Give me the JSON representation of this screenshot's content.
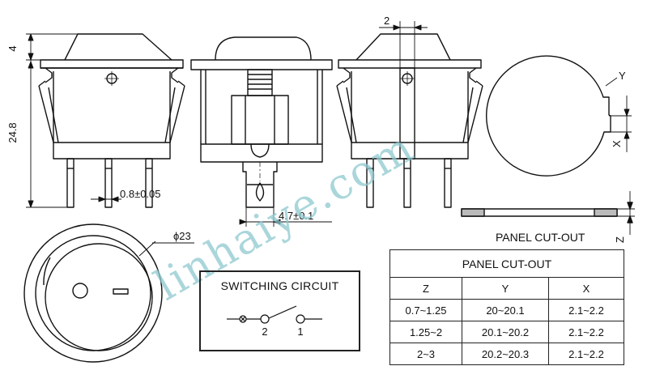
{
  "dimensions": {
    "top_height": "4",
    "total_height": "24.8",
    "offset": "2",
    "pin_width": "0.8±0.05",
    "terminal_width": "4.7±0.1",
    "diameter": "ϕ23",
    "cutout_y": "Y",
    "cutout_x": "X",
    "cutout_z": "Z"
  },
  "panel_cutout_label": "PANEL CUT-OUT",
  "switching_circuit": {
    "title": "SWITCHING CIRCUIT",
    "terminal_2": "2",
    "terminal_1": "1"
  },
  "cutout_table": {
    "title": "PANEL CUT-OUT",
    "headers": [
      "Z",
      "Y",
      "X"
    ],
    "rows": [
      [
        "0.7~1.25",
        "20~20.1",
        "2.1~2.2"
      ],
      [
        "1.25~2",
        "20.1~20.2",
        "2.1~2.2"
      ],
      [
        "2~3",
        "20.2~20.3",
        "2.1~2.2"
      ]
    ]
  },
  "watermark": "linhaiye.com"
}
